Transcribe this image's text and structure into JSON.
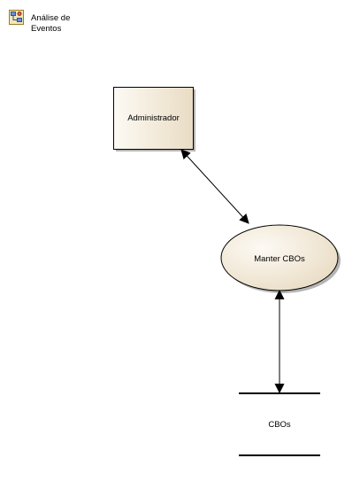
{
  "header": {
    "icon": "diagram-icon",
    "title_line1": "Análise de",
    "title_line2": "Eventos"
  },
  "diagram": {
    "entity": {
      "label": "Administrador"
    },
    "process": {
      "label": "Manter CBOs"
    },
    "datastore": {
      "label": "CBOs"
    },
    "colors": {
      "fill_light": "#fdfaf4",
      "fill_dark": "#e9dcc4",
      "stroke": "#000000",
      "shadow": "#b5b5b5"
    }
  }
}
